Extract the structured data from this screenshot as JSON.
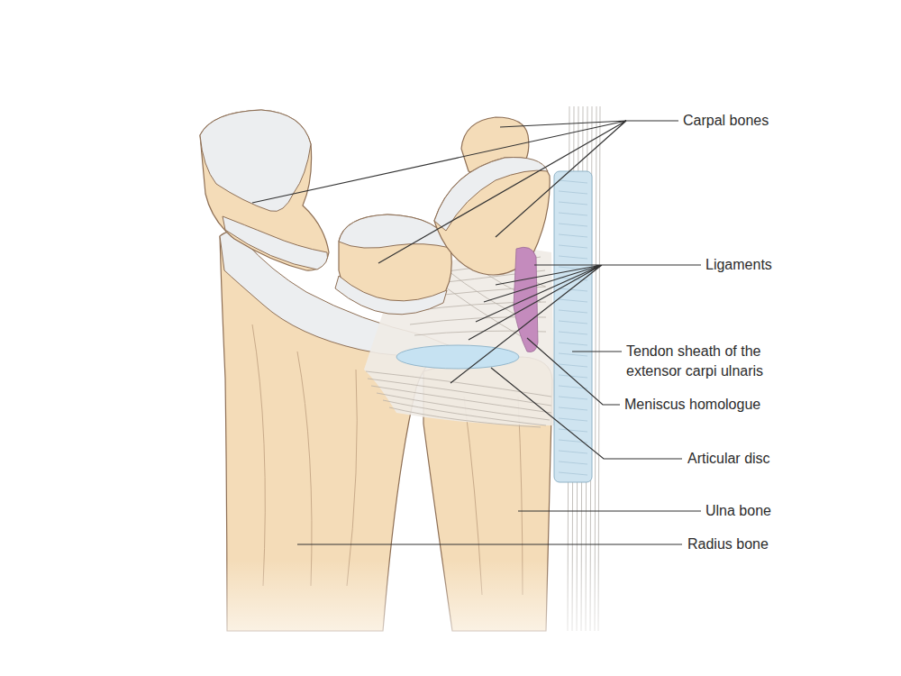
{
  "diagram": {
    "labels": [
      "Carpal bones",
      "Ligaments",
      "Tendon sheath of the extensor carpi ulnaris",
      "Meniscus homologue",
      "Articular disc",
      "Ulna bone",
      "Radius bone"
    ]
  }
}
